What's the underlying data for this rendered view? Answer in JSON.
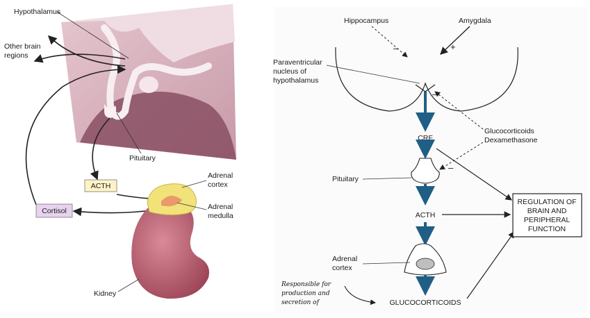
{
  "left_figure": {
    "labels": {
      "hypothalamus": "Hypothalamus",
      "other_brain_line1": "Other brain",
      "other_brain_line2": "regions",
      "pituitary": "Pituitary",
      "acth": "ACTH",
      "cortisol": "Cortisol",
      "adrenal_cortex_line1": "Adrenal",
      "adrenal_cortex_line2": "cortex",
      "adrenal_medulla_line1": "Adrenal",
      "adrenal_medulla_line2": "medulla",
      "kidney": "Kidney"
    },
    "colors": {
      "brain_bg": "#d9b3bf",
      "brain_dark": "#8a4f63",
      "acth_box": "#fdf3c6",
      "cortisol_box": "#e7d3ef",
      "kidney": "#b85a6c",
      "adrenal": "#f1e27a"
    }
  },
  "right_figure": {
    "labels": {
      "hippocampus": "Hippocampus",
      "amygdala": "Amygdala",
      "minus_sign": "–",
      "plus_sign": "+",
      "pvn_line1": "Paraventricular",
      "pvn_line2": "nucleus of",
      "pvn_line3": "hypothalamus",
      "crf": "CRF",
      "gluco_line1": "Glucocorticoids",
      "gluco_line2": "Dexamethasone",
      "pituitary": "Pituitary",
      "acth": "ACTH",
      "adrenal_line1": "Adrenal",
      "adrenal_line2": "cortex",
      "glucocorticoids": "GLUCOCORTICOIDS",
      "regulation_line1": "REGULATION OF",
      "regulation_line2": "BRAIN AND",
      "regulation_line3": "PERIPHERAL",
      "regulation_line4": "FUNCTION",
      "hand_line1": "Responsible for",
      "hand_line2": "production and",
      "hand_line3": "secretion of"
    },
    "colors": {
      "axis_arrow": "#1f5f86",
      "line": "#222222"
    }
  }
}
